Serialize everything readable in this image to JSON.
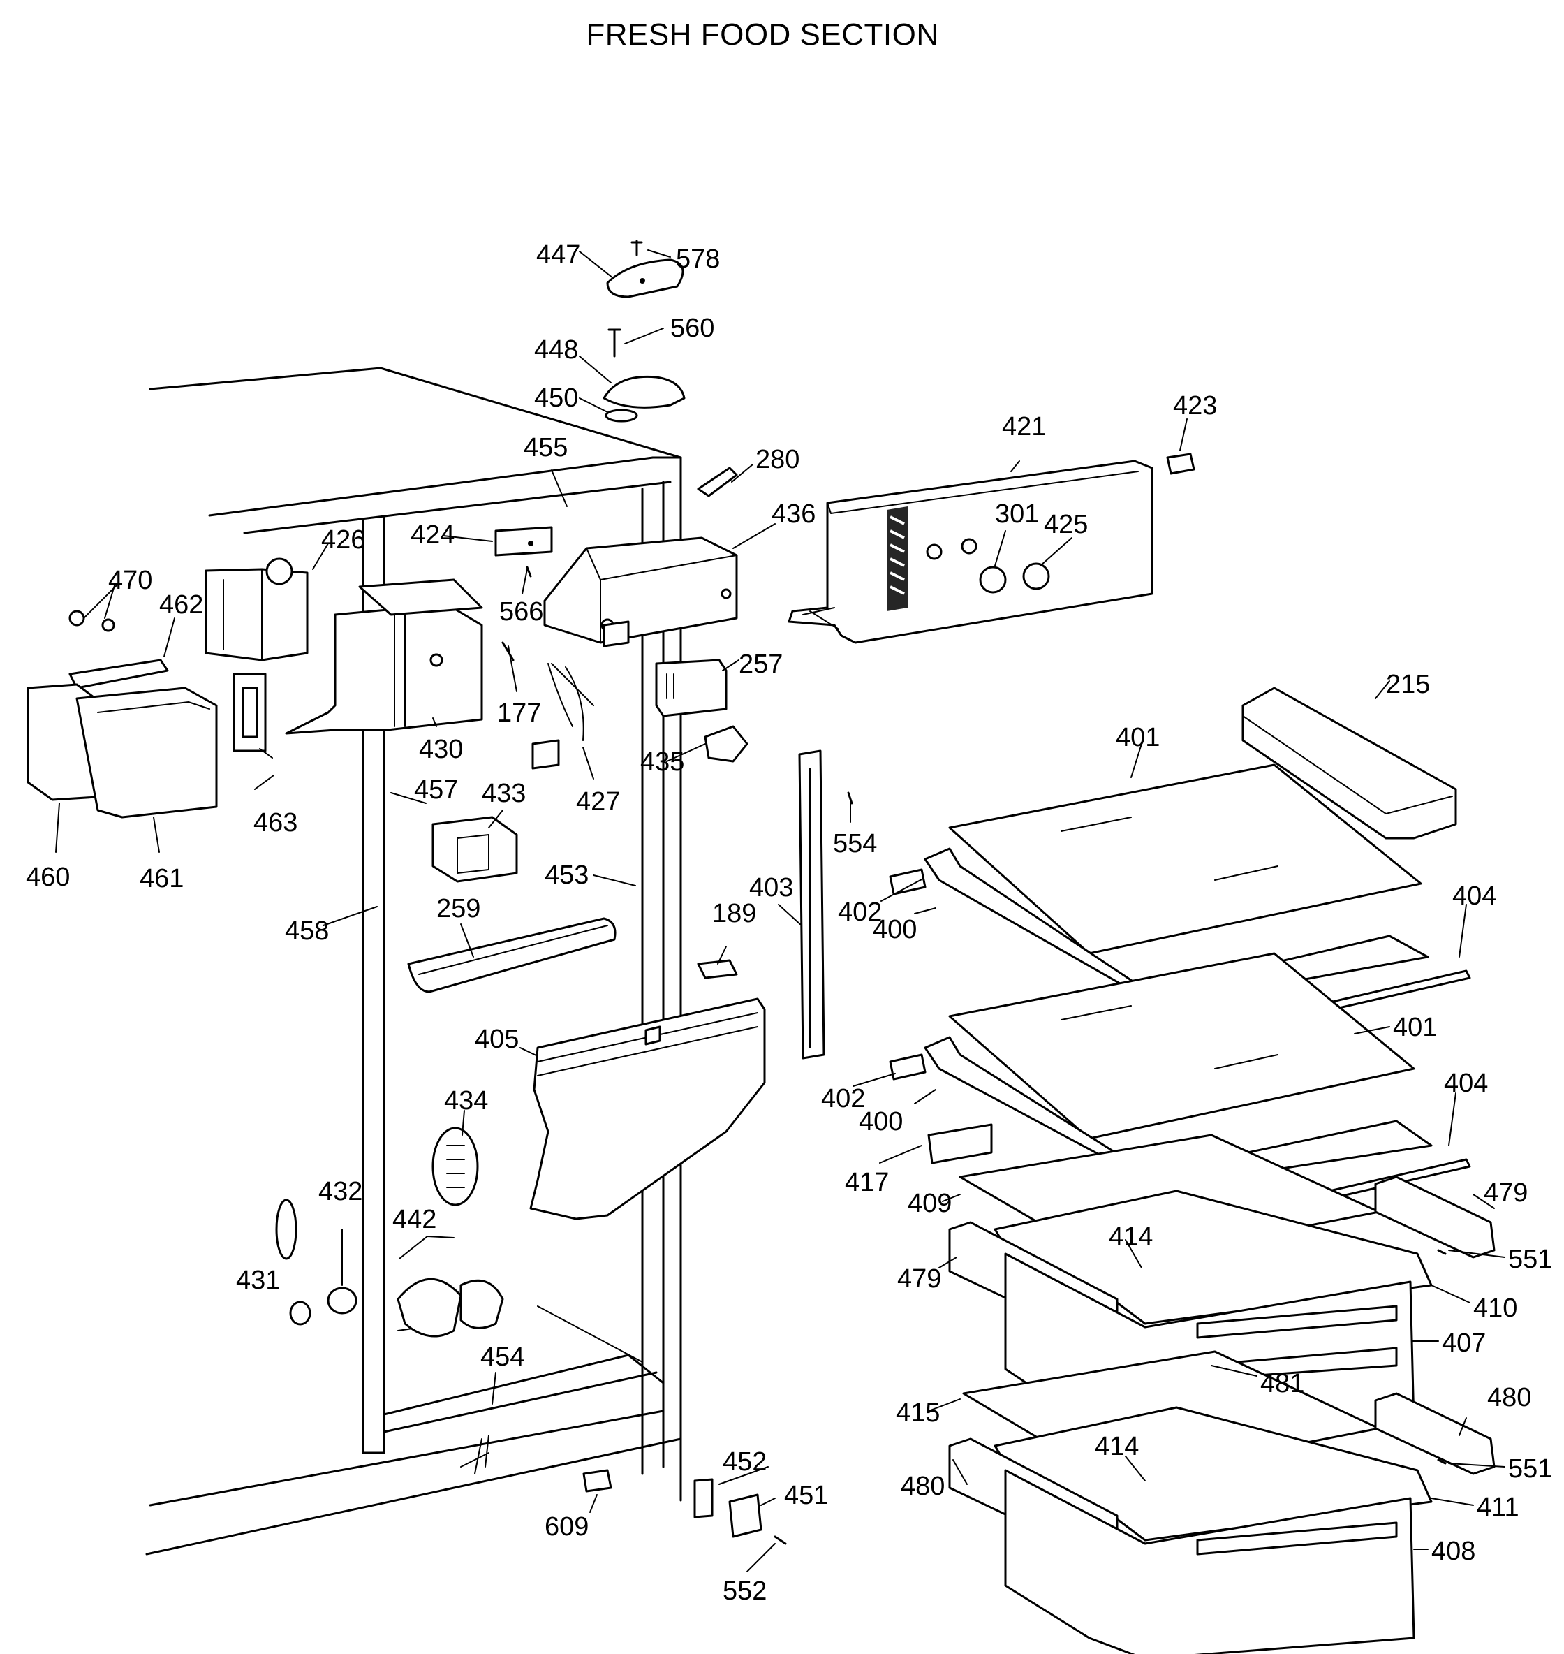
{
  "title": "FRESH FOOD SECTION",
  "callouts": {
    "c215": "215",
    "c257": "257",
    "c259": "259",
    "c280": "280",
    "c301": "301",
    "c177": "177",
    "c189": "189",
    "c400a": "400",
    "c400b": "400",
    "c401a": "401",
    "c401b": "401",
    "c402a": "402",
    "c402b": "402",
    "c403": "403",
    "c404a": "404",
    "c404b": "404",
    "c405": "405",
    "c407": "407",
    "c408": "408",
    "c409": "409",
    "c410": "410",
    "c411": "411",
    "c414a": "414",
    "c414b": "414",
    "c415": "415",
    "c417": "417",
    "c421": "421",
    "c423": "423",
    "c424": "424",
    "c425": "425",
    "c426": "426",
    "c427": "427",
    "c430": "430",
    "c431": "431",
    "c432": "432",
    "c433": "433",
    "c434": "434",
    "c435": "435",
    "c436": "436",
    "c442": "442",
    "c447": "447",
    "c448": "448",
    "c450": "450",
    "c451": "451",
    "c452": "452",
    "c453": "453",
    "c454": "454",
    "c455": "455",
    "c457": "457",
    "c458": "458",
    "c460": "460",
    "c461": "461",
    "c462": "462",
    "c463": "463",
    "c470": "470",
    "c479a": "479",
    "c479b": "479",
    "c480a": "480",
    "c480b": "480",
    "c481": "481",
    "c551a": "551",
    "c551b": "551",
    "c552": "552",
    "c554": "554",
    "c560": "560",
    "c566": "566",
    "c578": "578",
    "c609": "609"
  }
}
